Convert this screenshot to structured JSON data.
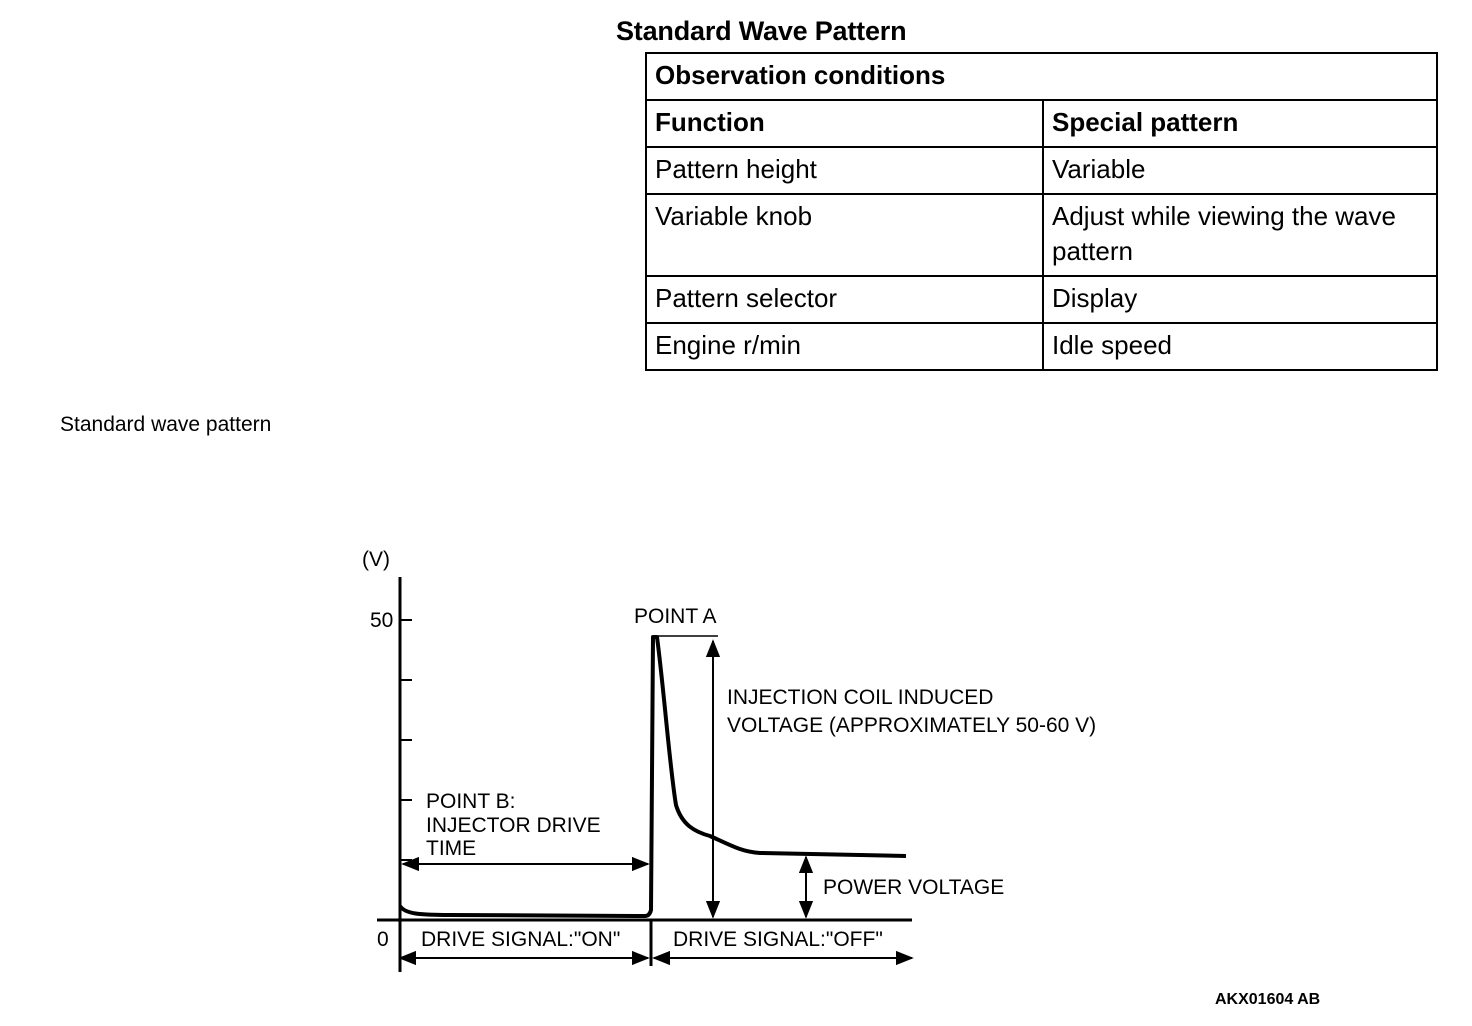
{
  "heading": "Standard Wave Pattern",
  "table": {
    "title": "Observation conditions",
    "header": [
      "Function",
      "Special pattern"
    ],
    "rows": [
      [
        "Pattern height",
        "Variable"
      ],
      [
        "Variable knob",
        "Adjust while viewing the wave pattern"
      ],
      [
        "Pattern selector",
        "Display"
      ],
      [
        "Engine r/min",
        "Idle speed"
      ]
    ]
  },
  "caption": "Standard wave pattern",
  "diagram": {
    "y_unit": "(V)",
    "y_max_label": "50",
    "y_zero_label": "0",
    "point_a": "POINT A",
    "induced_line1": "INJECTION COIL INDUCED",
    "induced_line2": "VOLTAGE (APPROXIMATELY 50-60 V)",
    "point_b_line1": "POINT B:",
    "point_b_line2": "INJECTOR DRIVE",
    "point_b_line3": "TIME",
    "power_voltage": "POWER VOLTAGE",
    "drive_on": "DRIVE SIGNAL:\"ON\"",
    "drive_off": "DRIVE SIGNAL:\"OFF\""
  },
  "figure_code": "AKX01604 AB"
}
